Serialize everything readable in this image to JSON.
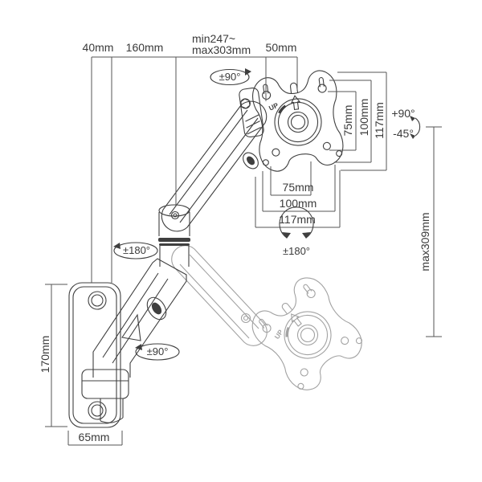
{
  "colors": {
    "line": "#3f3f3f",
    "dimension": "#555555",
    "ghost": "#a2a2a2",
    "text": "#3a3a3a",
    "background": "#ffffff"
  },
  "dimensions": {
    "wall_standoff": "40mm",
    "bracket_arm": "160mm",
    "reach_min": "min247~",
    "reach_max": "max303mm",
    "plate_to_pivot": "50mm",
    "vesa_vertical": [
      "75mm",
      "100mm",
      "117mm"
    ],
    "vesa_horizontal": [
      "75mm",
      "100mm",
      "117mm"
    ],
    "wall_plate_height": "170mm",
    "wall_plate_width": "65mm",
    "vertical_range": "max309mm"
  },
  "rotations": {
    "monitor_swivel": "±90°",
    "tilt_up": "+90°",
    "tilt_down": "-45°",
    "arm_swivel": "±180°",
    "monitor_rotation": "±180°",
    "base_swivel": "±90°"
  },
  "markers": {
    "up_top": "UP",
    "up_bottom": "UP"
  }
}
